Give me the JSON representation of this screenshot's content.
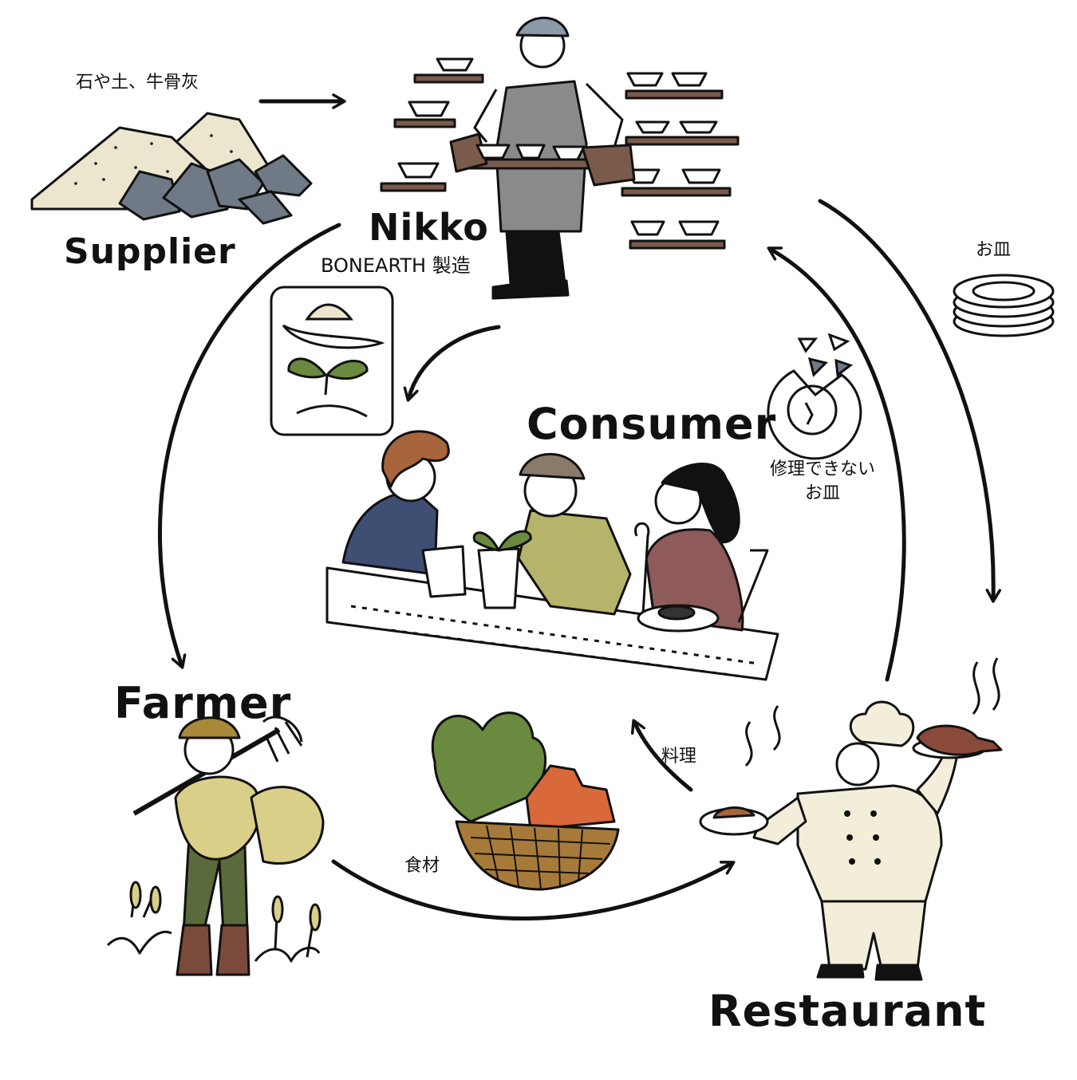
{
  "nodes": {
    "supplier": "Supplier",
    "nikko": "Nikko",
    "nikko_sub": "BONEARTH 製造",
    "consumer": "Consumer",
    "farmer": "Farmer",
    "restaurant": "Restaurant"
  },
  "edges": {
    "supplier_materials": "石や土、牛骨灰",
    "plates": "お皿",
    "broken_plates_line1": "修理できない",
    "broken_plates_line2": "お皿",
    "cooking": "料理",
    "ingredients": "食材"
  },
  "colors": {
    "ink": "#111111",
    "sand": "#ece6cf",
    "stone": "#6f7a86",
    "apron": "#8a8a8a",
    "shelf": "#7a5a4a",
    "navy": "#3f4f73",
    "olive": "#b6b46a",
    "mauve": "#8e5a5a",
    "leaf": "#6a8a3f",
    "straw": "#d9cf88",
    "chef": "#f3eed9",
    "carrot": "#d9693a"
  }
}
